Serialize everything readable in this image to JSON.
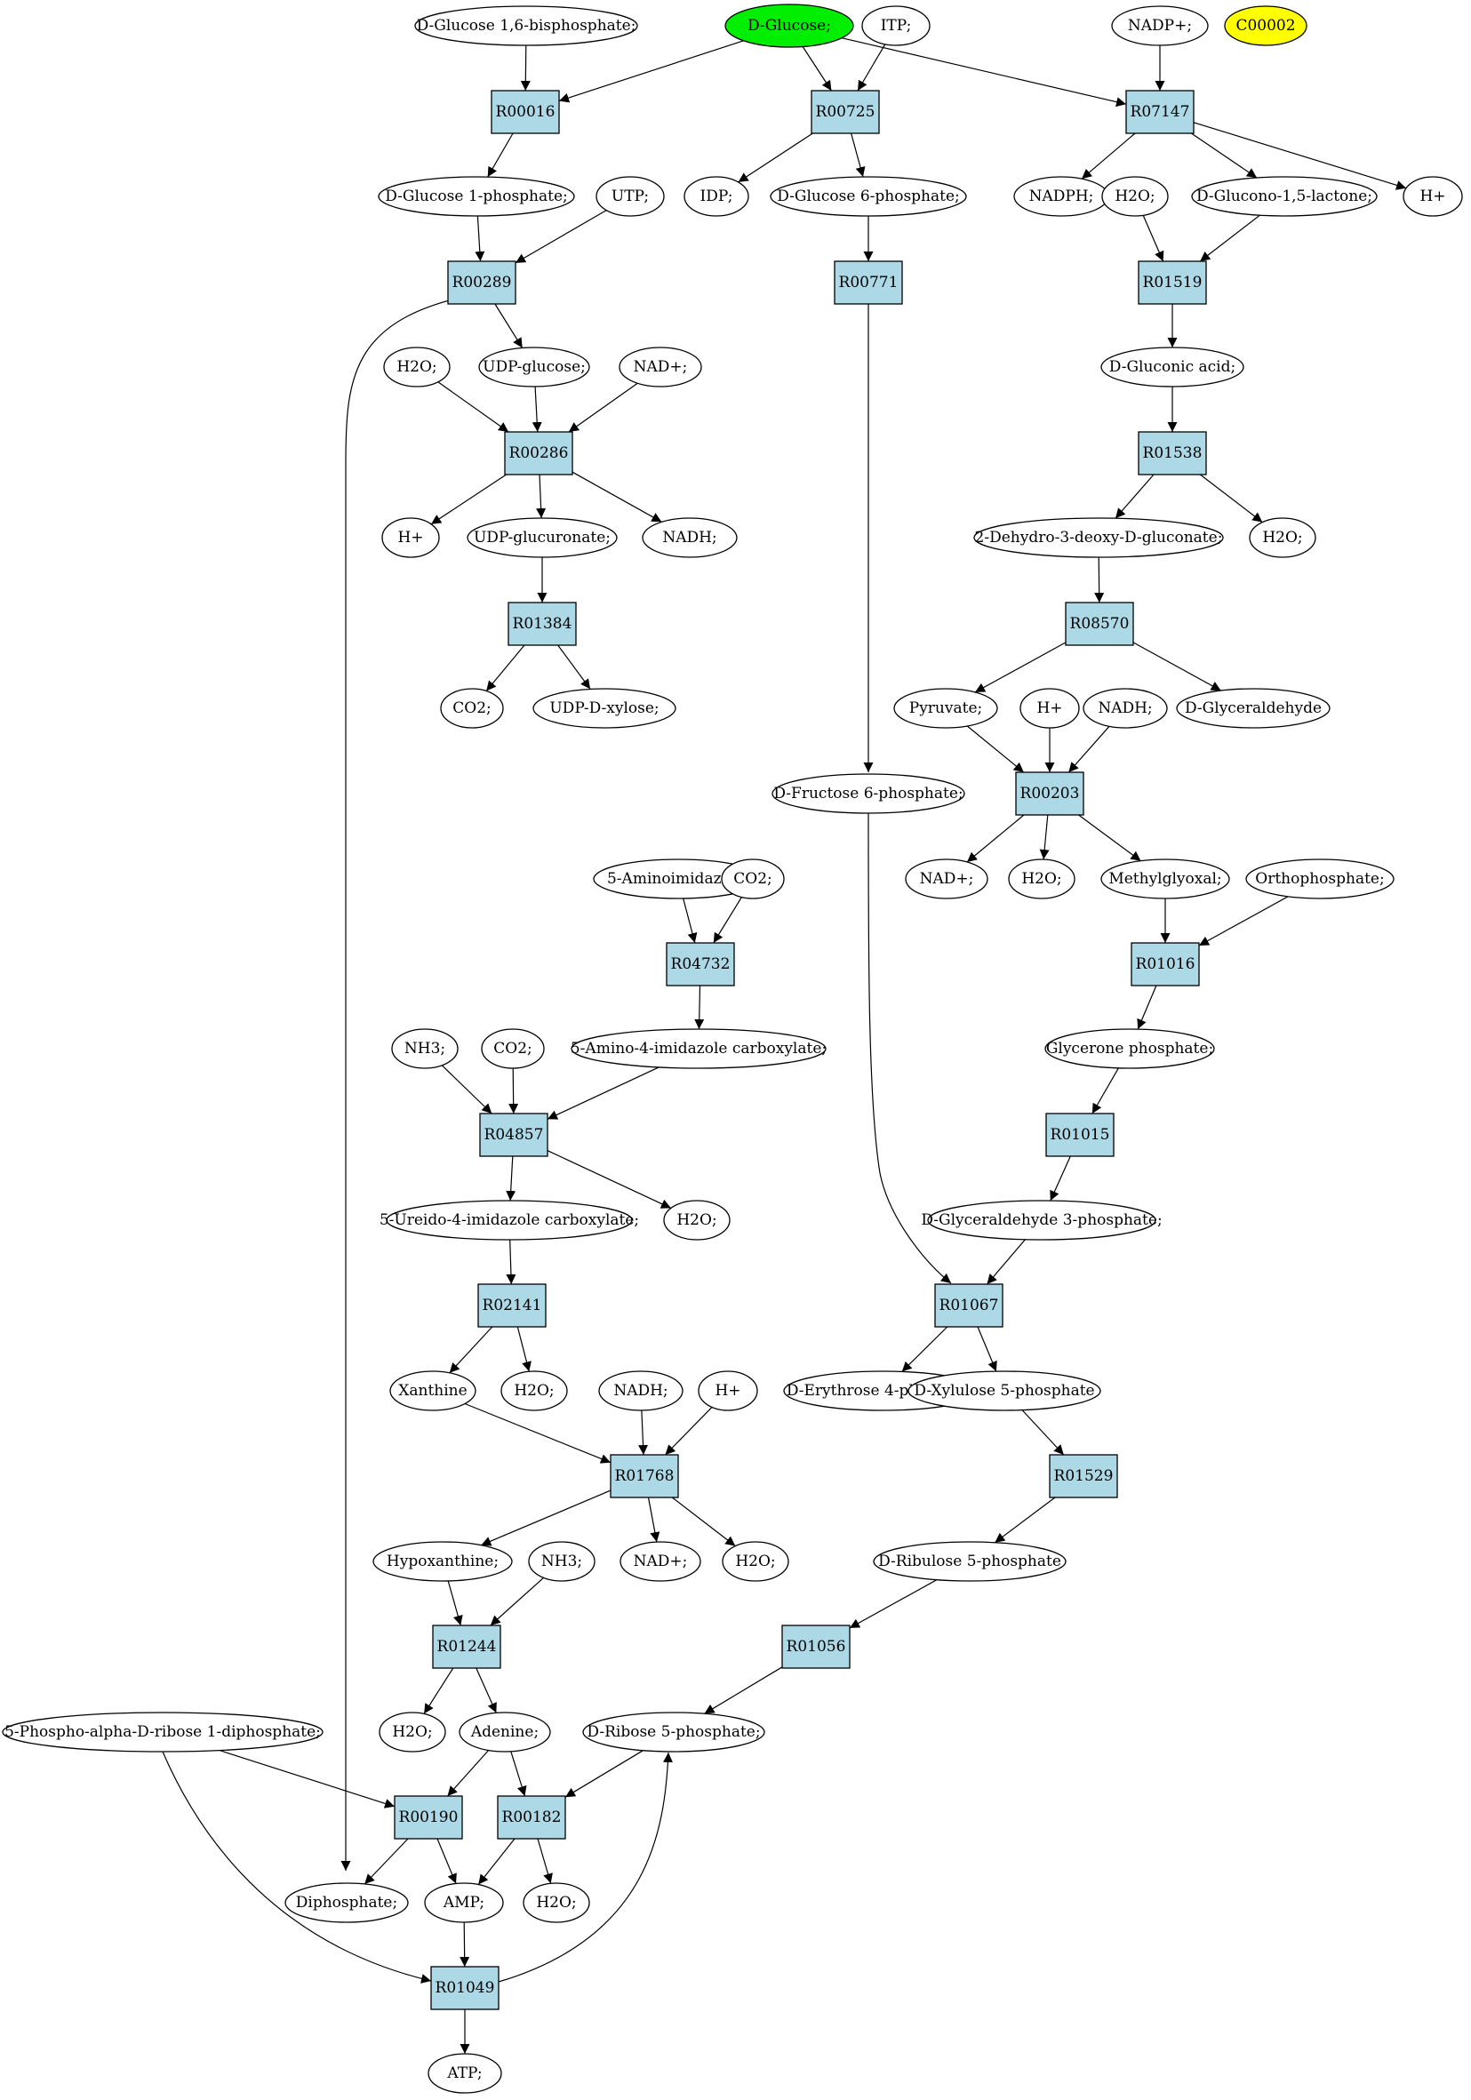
{
  "graph": {
    "compounds": [
      {
        "id": "c_glc16bp",
        "label": "D-Glucose 1,6-bisphosphate;"
      },
      {
        "id": "c_glc",
        "label": "D-Glucose;",
        "fill": "#00ee00"
      },
      {
        "id": "c_itp",
        "label": "ITP;"
      },
      {
        "id": "c_nadp",
        "label": "NADP+;"
      },
      {
        "id": "c_c00002",
        "label": "C00002",
        "fill": "#ffff00"
      },
      {
        "id": "c_glc1p",
        "label": "D-Glucose 1-phosphate;"
      },
      {
        "id": "c_utp",
        "label": "UTP;"
      },
      {
        "id": "c_idp",
        "label": "IDP;"
      },
      {
        "id": "c_glc6p",
        "label": "D-Glucose 6-phosphate;"
      },
      {
        "id": "c_nadph",
        "label": "NADPH;"
      },
      {
        "id": "c_h2o_a",
        "label": "H2O;"
      },
      {
        "id": "c_gluconolactone",
        "label": "D-Glucono-1,5-lactone;"
      },
      {
        "id": "c_hplus_a",
        "label": "H+"
      },
      {
        "id": "c_h2o_b",
        "label": "H2O;"
      },
      {
        "id": "c_udpglc",
        "label": "UDP-glucose;"
      },
      {
        "id": "c_nad_a",
        "label": "NAD+;"
      },
      {
        "id": "c_gluconate",
        "label": "D-Gluconic acid;"
      },
      {
        "id": "c_hplus_b",
        "label": "H+"
      },
      {
        "id": "c_udpglcur",
        "label": "UDP-glucuronate;"
      },
      {
        "id": "c_nadh_a",
        "label": "NADH;"
      },
      {
        "id": "c_kdg",
        "label": "2-Dehydro-3-deoxy-D-gluconate;"
      },
      {
        "id": "c_h2o_c",
        "label": "H2O;"
      },
      {
        "id": "c_co2_a",
        "label": "CO2;"
      },
      {
        "id": "c_udpxyl",
        "label": "UDP-D-xylose;"
      },
      {
        "id": "c_pyr",
        "label": "Pyruvate;"
      },
      {
        "id": "c_hplus_c",
        "label": "H+"
      },
      {
        "id": "c_nadh_b",
        "label": "NADH;"
      },
      {
        "id": "c_glyald",
        "label": "D-Glyceraldehyde"
      },
      {
        "id": "c_fru6p",
        "label": "D-Fructose 6-phosphate;"
      },
      {
        "id": "c_nad_b",
        "label": "NAD+;"
      },
      {
        "id": "c_h2o_d",
        "label": "H2O;"
      },
      {
        "id": "c_mgo",
        "label": "Methylglyoxal;"
      },
      {
        "id": "c_pi",
        "label": "Orthophosphate;"
      },
      {
        "id": "c_aimid",
        "label": "5-Aminoimidazole;"
      },
      {
        "id": "c_co2_b",
        "label": "CO2;"
      },
      {
        "id": "c_glycp",
        "label": "Glycerone phosphate;"
      },
      {
        "id": "c_aic",
        "label": "5-Amino-4-imidazole carboxylate;"
      },
      {
        "id": "c_nh3_a",
        "label": "NH3;"
      },
      {
        "id": "c_co2_c",
        "label": "CO2;"
      },
      {
        "id": "c_ga3p",
        "label": "D-Glyceraldehyde 3-phosphate;"
      },
      {
        "id": "c_uic",
        "label": "5-Ureido-4-imidazole carboxylate;"
      },
      {
        "id": "c_h2o_e",
        "label": "H2O;"
      },
      {
        "id": "c_xan",
        "label": "Xanthine"
      },
      {
        "id": "c_h2o_f",
        "label": "H2O;"
      },
      {
        "id": "c_nadh_c",
        "label": "NADH;"
      },
      {
        "id": "c_hplus_d",
        "label": "H+"
      },
      {
        "id": "c_e4p",
        "label": "D-Erythrose 4-phosphate"
      },
      {
        "id": "c_xu5p",
        "label": "D-Xylulose 5-phosphate"
      },
      {
        "id": "c_hyp",
        "label": "Hypoxanthine;"
      },
      {
        "id": "c_nh3_b",
        "label": "NH3;"
      },
      {
        "id": "c_nad_c",
        "label": "NAD+;"
      },
      {
        "id": "c_h2o_g",
        "label": "H2O;"
      },
      {
        "id": "c_ru5p",
        "label": "D-Ribulose 5-phosphate"
      },
      {
        "id": "c_prpp",
        "label": "5-Phospho-alpha-D-ribose 1-diphosphate;"
      },
      {
        "id": "c_h2o_h",
        "label": "H2O;"
      },
      {
        "id": "c_ade",
        "label": "Adenine;"
      },
      {
        "id": "c_r5p",
        "label": "D-Ribose 5-phosphate;"
      },
      {
        "id": "c_ppi",
        "label": "Diphosphate;"
      },
      {
        "id": "c_amp",
        "label": "AMP;"
      },
      {
        "id": "c_h2o_i",
        "label": "H2O;"
      },
      {
        "id": "c_atp",
        "label": "ATP;"
      }
    ],
    "reactions": [
      {
        "id": "r00016",
        "label": "R00016"
      },
      {
        "id": "r00725",
        "label": "R00725"
      },
      {
        "id": "r07147",
        "label": "R07147"
      },
      {
        "id": "r00289",
        "label": "R00289"
      },
      {
        "id": "r00771",
        "label": "R00771"
      },
      {
        "id": "r01519",
        "label": "R01519"
      },
      {
        "id": "r00286",
        "label": "R00286"
      },
      {
        "id": "r01538",
        "label": "R01538"
      },
      {
        "id": "r01384",
        "label": "R01384"
      },
      {
        "id": "r08570",
        "label": "R08570"
      },
      {
        "id": "r00203",
        "label": "R00203"
      },
      {
        "id": "r04732",
        "label": "R04732"
      },
      {
        "id": "r01016",
        "label": "R01016"
      },
      {
        "id": "r04857",
        "label": "R04857"
      },
      {
        "id": "r01015",
        "label": "R01015"
      },
      {
        "id": "r02141",
        "label": "R02141"
      },
      {
        "id": "r01067",
        "label": "R01067"
      },
      {
        "id": "r01768",
        "label": "R01768"
      },
      {
        "id": "r01529",
        "label": "R01529"
      },
      {
        "id": "r01244",
        "label": "R01244"
      },
      {
        "id": "r01056",
        "label": "R01056"
      },
      {
        "id": "r00190",
        "label": "R00190"
      },
      {
        "id": "r00182",
        "label": "R00182"
      },
      {
        "id": "r01049",
        "label": "R01049"
      }
    ],
    "edges": [
      [
        "c_glc16bp",
        "r00016"
      ],
      [
        "c_glc",
        "r00016"
      ],
      [
        "r00016",
        "c_glc1p"
      ],
      [
        "c_glc",
        "r00725"
      ],
      [
        "c_itp",
        "r00725"
      ],
      [
        "r00725",
        "c_idp"
      ],
      [
        "r00725",
        "c_glc6p"
      ],
      [
        "c_glc",
        "r07147"
      ],
      [
        "c_nadp",
        "r07147"
      ],
      [
        "r07147",
        "c_nadph"
      ],
      [
        "r07147",
        "c_gluconolactone"
      ],
      [
        "r07147",
        "c_hplus_a"
      ],
      [
        "c_glc1p",
        "r00289"
      ],
      [
        "c_utp",
        "r00289"
      ],
      [
        "r00289",
        "c_udpglc"
      ],
      [
        "r00289",
        "c_ppi"
      ],
      [
        "c_glc6p",
        "r00771"
      ],
      [
        "r00771",
        "c_fru6p"
      ],
      [
        "c_h2o_a",
        "r01519"
      ],
      [
        "c_gluconolactone",
        "r01519"
      ],
      [
        "r01519",
        "c_gluconate"
      ],
      [
        "c_h2o_b",
        "r00286"
      ],
      [
        "c_udpglc",
        "r00286"
      ],
      [
        "c_nad_a",
        "r00286"
      ],
      [
        "r00286",
        "c_hplus_b"
      ],
      [
        "r00286",
        "c_udpglcur"
      ],
      [
        "r00286",
        "c_nadh_a"
      ],
      [
        "c_gluconate",
        "r01538"
      ],
      [
        "r01538",
        "c_kdg"
      ],
      [
        "r01538",
        "c_h2o_c"
      ],
      [
        "c_udpglcur",
        "r01384"
      ],
      [
        "r01384",
        "c_co2_a"
      ],
      [
        "r01384",
        "c_udpxyl"
      ],
      [
        "c_kdg",
        "r08570"
      ],
      [
        "r08570",
        "c_pyr"
      ],
      [
        "r08570",
        "c_glyald"
      ],
      [
        "c_pyr",
        "r00203"
      ],
      [
        "c_hplus_c",
        "r00203"
      ],
      [
        "c_nadh_b",
        "r00203"
      ],
      [
        "r00203",
        "c_nad_b"
      ],
      [
        "r00203",
        "c_h2o_d"
      ],
      [
        "r00203",
        "c_mgo"
      ],
      [
        "c_aimid",
        "r04732"
      ],
      [
        "c_co2_b",
        "r04732"
      ],
      [
        "r04732",
        "c_aic"
      ],
      [
        "c_mgo",
        "r01016"
      ],
      [
        "c_pi",
        "r01016"
      ],
      [
        "r01016",
        "c_glycp"
      ],
      [
        "c_nh3_a",
        "r04857"
      ],
      [
        "c_co2_c",
        "r04857"
      ],
      [
        "c_aic",
        "r04857"
      ],
      [
        "r04857",
        "c_uic"
      ],
      [
        "r04857",
        "c_h2o_e"
      ],
      [
        "c_glycp",
        "r01015"
      ],
      [
        "r01015",
        "c_ga3p"
      ],
      [
        "c_uic",
        "r02141"
      ],
      [
        "r02141",
        "c_xan"
      ],
      [
        "r02141",
        "c_h2o_f"
      ],
      [
        "c_fru6p",
        "r01067"
      ],
      [
        "c_ga3p",
        "r01067"
      ],
      [
        "r01067",
        "c_e4p"
      ],
      [
        "r01067",
        "c_xu5p"
      ],
      [
        "c_xan",
        "r01768"
      ],
      [
        "c_nadh_c",
        "r01768"
      ],
      [
        "c_hplus_d",
        "r01768"
      ],
      [
        "r01768",
        "c_hyp"
      ],
      [
        "r01768",
        "c_nad_c"
      ],
      [
        "r01768",
        "c_h2o_g"
      ],
      [
        "c_xu5p",
        "r01529"
      ],
      [
        "r01529",
        "c_ru5p"
      ],
      [
        "c_hyp",
        "r01244"
      ],
      [
        "c_nh3_b",
        "r01244"
      ],
      [
        "r01244",
        "c_h2o_h"
      ],
      [
        "r01244",
        "c_ade"
      ],
      [
        "c_ru5p",
        "r01056"
      ],
      [
        "r01056",
        "c_r5p"
      ],
      [
        "c_prpp",
        "r00190"
      ],
      [
        "c_ade",
        "r00190"
      ],
      [
        "r00190",
        "c_ppi"
      ],
      [
        "r00190",
        "c_amp"
      ],
      [
        "c_ade",
        "r00182"
      ],
      [
        "c_r5p",
        "r00182"
      ],
      [
        "r00182",
        "c_amp"
      ],
      [
        "r00182",
        "c_h2o_i"
      ],
      [
        "c_amp",
        "r01049"
      ],
      [
        "c_prpp",
        "r01049"
      ],
      [
        "r01049",
        "c_atp"
      ],
      [
        "r01049",
        "c_r5p"
      ]
    ]
  }
}
